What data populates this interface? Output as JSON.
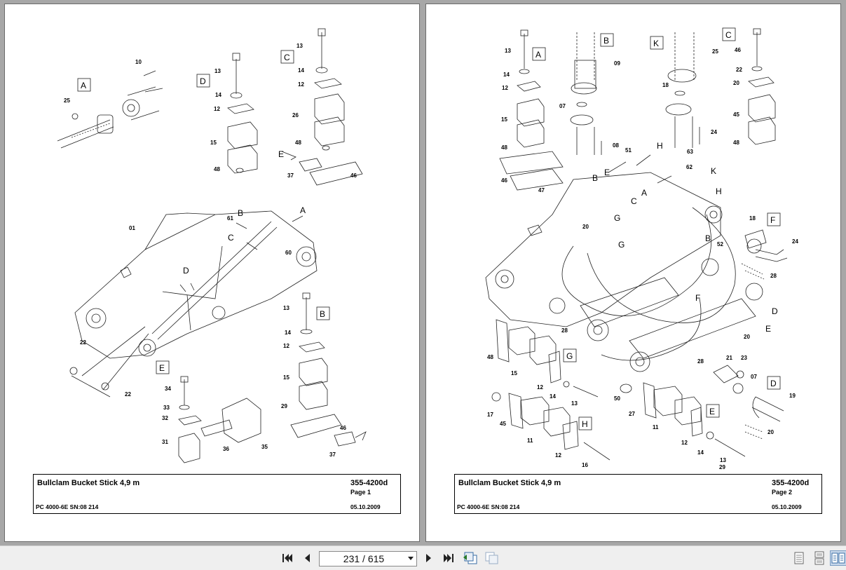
{
  "viewer": {
    "page_indicator": "231 / 615",
    "pages": [
      {
        "title": "Bullclam Bucket Stick 4,9 m",
        "doc_number": "355-4200d",
        "page_label": "Page 1",
        "model": "PC 4000-6E SN:08 214",
        "date": "05.10.2009",
        "letters": [
          "A",
          "D",
          "C",
          "B",
          "E",
          "B",
          "C",
          "A",
          "D",
          "E"
        ],
        "part_numbers": [
          "10",
          "25",
          "13",
          "14",
          "12",
          "15",
          "48",
          "13",
          "14",
          "12",
          "26",
          "48",
          "37",
          "46",
          "01",
          "61",
          "60",
          "22",
          "22",
          "34",
          "33",
          "32",
          "31",
          "36",
          "35",
          "13",
          "14",
          "12",
          "15",
          "29",
          "46",
          "37"
        ]
      },
      {
        "title": "Bullclam Bucket Stick 4,9 m",
        "doc_number": "355-4200d",
        "page_label": "Page 2",
        "model": "PC 4000-6E SN:08 214",
        "date": "05.10.2009",
        "letters": [
          "A",
          "B",
          "K",
          "C",
          "H",
          "B",
          "E",
          "A",
          "K",
          "C",
          "H",
          "G",
          "G",
          "B",
          "F",
          "F",
          "D",
          "E",
          "G",
          "D",
          "H",
          "E"
        ],
        "part_numbers": [
          "13",
          "14",
          "12",
          "15",
          "48",
          "46",
          "47",
          "09",
          "07",
          "08",
          "25",
          "18",
          "24",
          "46",
          "22",
          "20",
          "45",
          "48",
          "51",
          "63",
          "62",
          "20",
          "52",
          "18",
          "24",
          "28",
          "28",
          "28",
          "20",
          "48",
          "15",
          "12",
          "14",
          "13",
          "21",
          "23",
          "07",
          "19",
          "20",
          "17",
          "45",
          "11",
          "12",
          "16",
          "50",
          "27",
          "11",
          "12",
          "14",
          "13",
          "29"
        ]
      }
    ]
  },
  "toolbar": {
    "first_icon": "first-page-icon",
    "prev_icon": "previous-page-icon",
    "next_icon": "next-page-icon",
    "last_icon": "last-page-icon",
    "back_icon": "previous-view-icon",
    "fwd_icon": "next-view-icon",
    "view_single": "single-page-view-icon",
    "view_continuous": "continuous-view-icon",
    "view_facing": "facing-pages-view-icon"
  },
  "colors": {
    "viewer_bg": "#a7a7a7",
    "toolbar_bg": "#efefef",
    "active_view": "#3a6ea5"
  }
}
